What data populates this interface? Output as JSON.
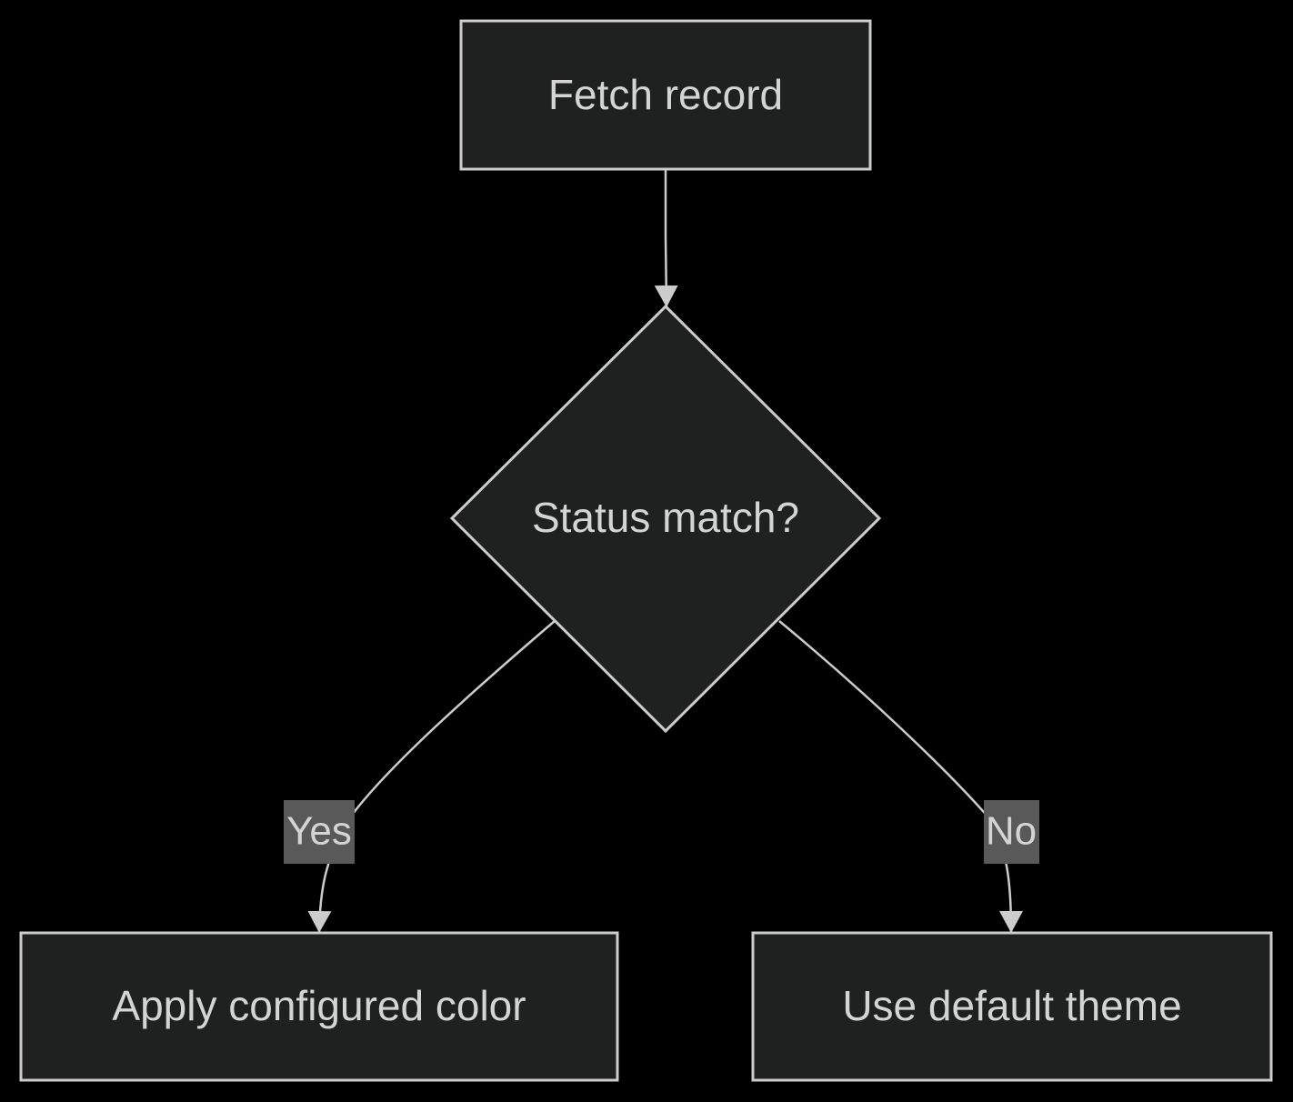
{
  "colors": {
    "background": "#000000",
    "node_fill": "#1f2020",
    "node_stroke": "#cccccc",
    "text": "#d4d4d4",
    "edge": "#cccccc",
    "edge_label_bg": "#595959"
  },
  "nodes": {
    "fetch": {
      "label": "Fetch record",
      "shape": "rectangle"
    },
    "decision": {
      "label": "Status match?",
      "shape": "diamond"
    },
    "apply": {
      "label": "Apply configured color",
      "shape": "rectangle"
    },
    "default": {
      "label": "Use default theme",
      "shape": "rectangle"
    }
  },
  "edges": [
    {
      "from": "fetch",
      "to": "decision",
      "label": ""
    },
    {
      "from": "decision",
      "to": "apply",
      "label": "Yes"
    },
    {
      "from": "decision",
      "to": "default",
      "label": "No"
    }
  ]
}
